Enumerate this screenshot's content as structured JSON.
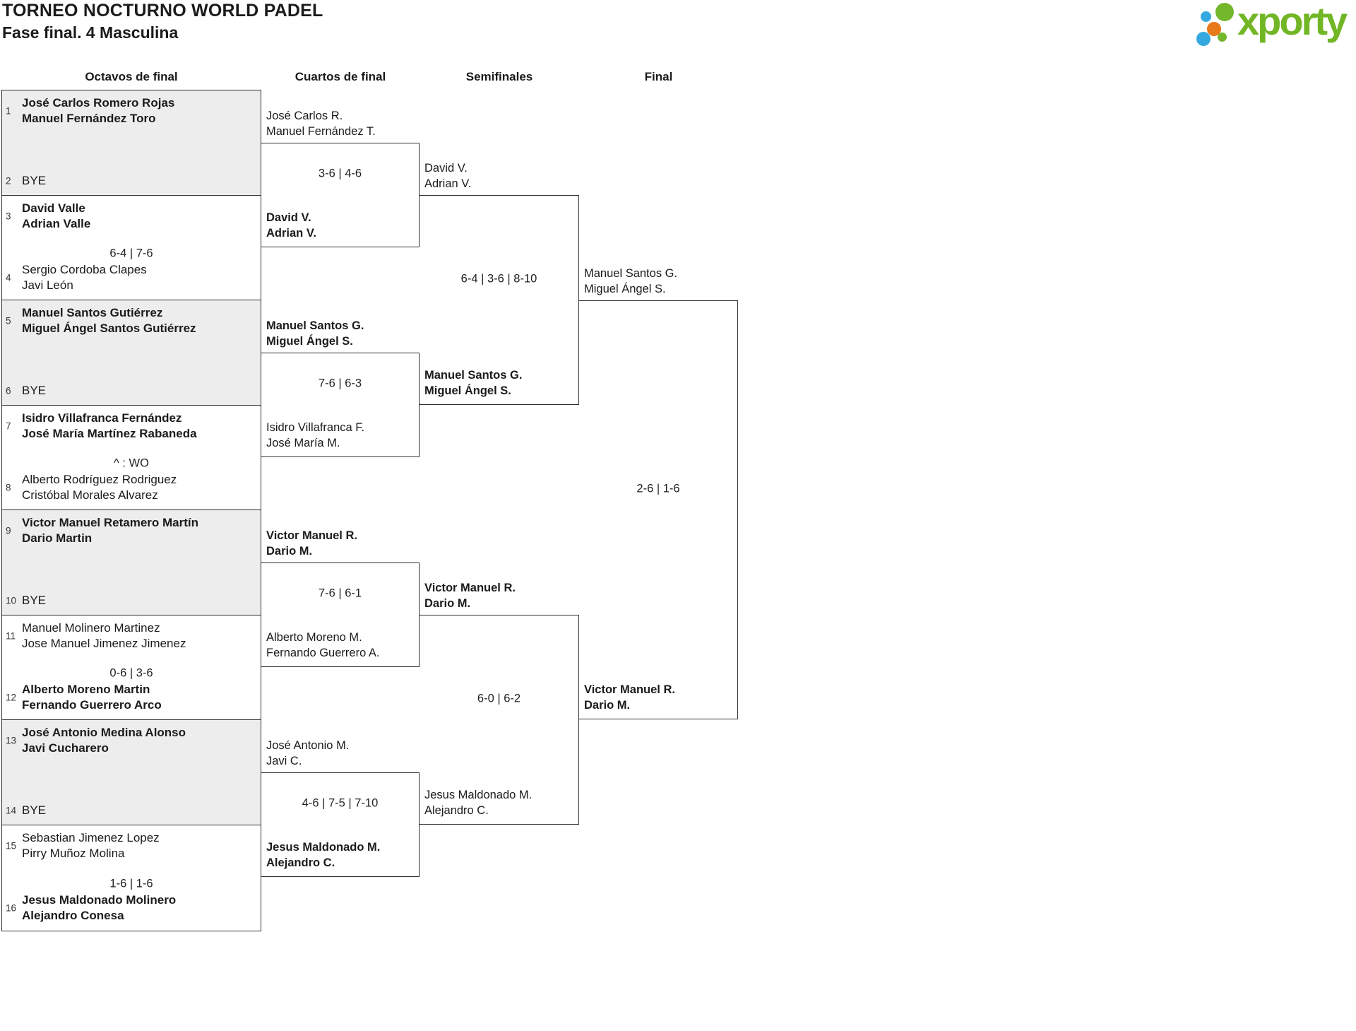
{
  "header": {
    "title": "TORNEO NOCTURNO WORLD PADEL",
    "subtitle": "Fase final. 4 Masculina"
  },
  "logo": {
    "brand": "xporty"
  },
  "round_titles": [
    "Octavos de final",
    "Cuartos de final",
    "Semifinales",
    "Final"
  ],
  "octavos": [
    {
      "bye": true,
      "score": null,
      "a": {
        "seed": "1",
        "l1": "José Carlos Romero Rojas",
        "l2": "Manuel Fernández Toro",
        "winner": true
      },
      "b": {
        "seed": "2",
        "l1": "BYE",
        "l2": null,
        "winner": false
      }
    },
    {
      "bye": false,
      "score": "6-4 | 7-6",
      "a": {
        "seed": "3",
        "l1": "David Valle",
        "l2": "Adrian Valle",
        "winner": true
      },
      "b": {
        "seed": "4",
        "l1": "Sergio Cordoba Clapes",
        "l2": "Javi León",
        "winner": false
      }
    },
    {
      "bye": true,
      "score": null,
      "a": {
        "seed": "5",
        "l1": "Manuel Santos Gutiérrez",
        "l2": "Miguel Ángel Santos Gutiérrez",
        "winner": true
      },
      "b": {
        "seed": "6",
        "l1": "BYE",
        "l2": null,
        "winner": false
      }
    },
    {
      "bye": false,
      "score": "^ : WO",
      "a": {
        "seed": "7",
        "l1": "Isidro Villafranca Fernández",
        "l2": "José María Martínez Rabaneda",
        "winner": true
      },
      "b": {
        "seed": "8",
        "l1": "Alberto Rodríguez Rodriguez",
        "l2": "Cristóbal Morales Alvarez",
        "winner": false
      }
    },
    {
      "bye": true,
      "score": null,
      "a": {
        "seed": "9",
        "l1": "Victor Manuel Retamero Martín",
        "l2": "Dario Martin",
        "winner": true
      },
      "b": {
        "seed": "10",
        "l1": "BYE",
        "l2": null,
        "winner": false
      }
    },
    {
      "bye": false,
      "score": "0-6 | 3-6",
      "a": {
        "seed": "11",
        "l1": "Manuel Molinero Martinez",
        "l2": "Jose Manuel Jimenez Jimenez",
        "winner": false
      },
      "b": {
        "seed": "12",
        "l1": "Alberto Moreno Martin",
        "l2": "Fernando Guerrero Arco",
        "winner": true
      }
    },
    {
      "bye": true,
      "score": null,
      "a": {
        "seed": "13",
        "l1": "José Antonio Medina Alonso",
        "l2": "Javi Cucharero",
        "winner": true
      },
      "b": {
        "seed": "14",
        "l1": "BYE",
        "l2": null,
        "winner": false
      }
    },
    {
      "bye": false,
      "score": "1-6 | 1-6",
      "a": {
        "seed": "15",
        "l1": "Sebastian Jimenez Lopez",
        "l2": "Pirry Muñoz Molina",
        "winner": false
      },
      "b": {
        "seed": "16",
        "l1": "Jesus Maldonado Molinero",
        "l2": "Alejandro Conesa",
        "winner": true
      }
    }
  ],
  "cuartos": [
    {
      "score": "3-6 | 4-6",
      "a": {
        "l1": "José Carlos R.",
        "l2": "Manuel Fernández T.",
        "winner": false
      },
      "b": {
        "l1": "David V.",
        "l2": "Adrian V.",
        "winner": true
      }
    },
    {
      "score": "7-6 | 6-3",
      "a": {
        "l1": "Manuel Santos G.",
        "l2": "Miguel Ángel S.",
        "winner": true
      },
      "b": {
        "l1": "Isidro Villafranca F.",
        "l2": "José María M.",
        "winner": false
      }
    },
    {
      "score": "7-6 | 6-1",
      "a": {
        "l1": "Victor Manuel R.",
        "l2": "Dario M.",
        "winner": true
      },
      "b": {
        "l1": "Alberto Moreno M.",
        "l2": "Fernando Guerrero A.",
        "winner": false
      }
    },
    {
      "score": "4-6 | 7-5 | 7-10",
      "a": {
        "l1": "José Antonio M.",
        "l2": "Javi C.",
        "winner": false
      },
      "b": {
        "l1": "Jesus Maldonado M.",
        "l2": "Alejandro C.",
        "winner": true
      }
    }
  ],
  "semifinales": [
    {
      "score": "6-4 | 3-6 | 8-10",
      "a": {
        "l1": "David V.",
        "l2": "Adrian V.",
        "winner": false
      },
      "b": {
        "l1": "Manuel Santos G.",
        "l2": "Miguel Ángel S.",
        "winner": true
      }
    },
    {
      "score": "6-0 | 6-2",
      "a": {
        "l1": "Victor Manuel R.",
        "l2": "Dario M.",
        "winner": true
      },
      "b": {
        "l1": "Jesus Maldonado M.",
        "l2": "Alejandro C.",
        "winner": false
      }
    }
  ],
  "final": {
    "score": "2-6 | 1-6",
    "a": {
      "l1": "Manuel Santos G.",
      "l2": "Miguel Ángel S.",
      "winner": false
    },
    "b": {
      "l1": "Victor Manuel R.",
      "l2": "Dario M.",
      "winner": true
    }
  }
}
